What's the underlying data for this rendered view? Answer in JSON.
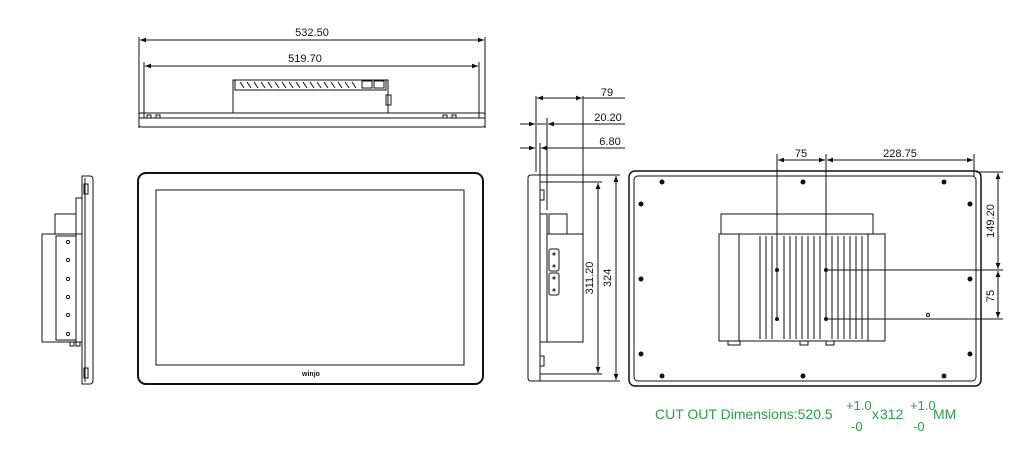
{
  "top_view": {
    "overall_width": "532.50",
    "frame_width": "519.70"
  },
  "side_view": {
    "depth_total": "79",
    "depth_front": "20.20",
    "bezel": "6.80",
    "inner_height": "311.20",
    "outer_height": "324"
  },
  "front_view": {
    "logo": "winjo"
  },
  "rear_view": {
    "hole_spacing_x": "75",
    "offset_x": "228.75",
    "offset_y": "149.20",
    "hole_spacing_y": "75"
  },
  "cutout": {
    "label": "CUT OUT Dimensions:",
    "width": "520.5",
    "width_plus": "+1.0",
    "width_minus": "-0",
    "separator": "x",
    "height": "312",
    "height_plus": "+1.0",
    "height_minus": "-0",
    "unit": "MM",
    "color": "#2aa04a"
  }
}
